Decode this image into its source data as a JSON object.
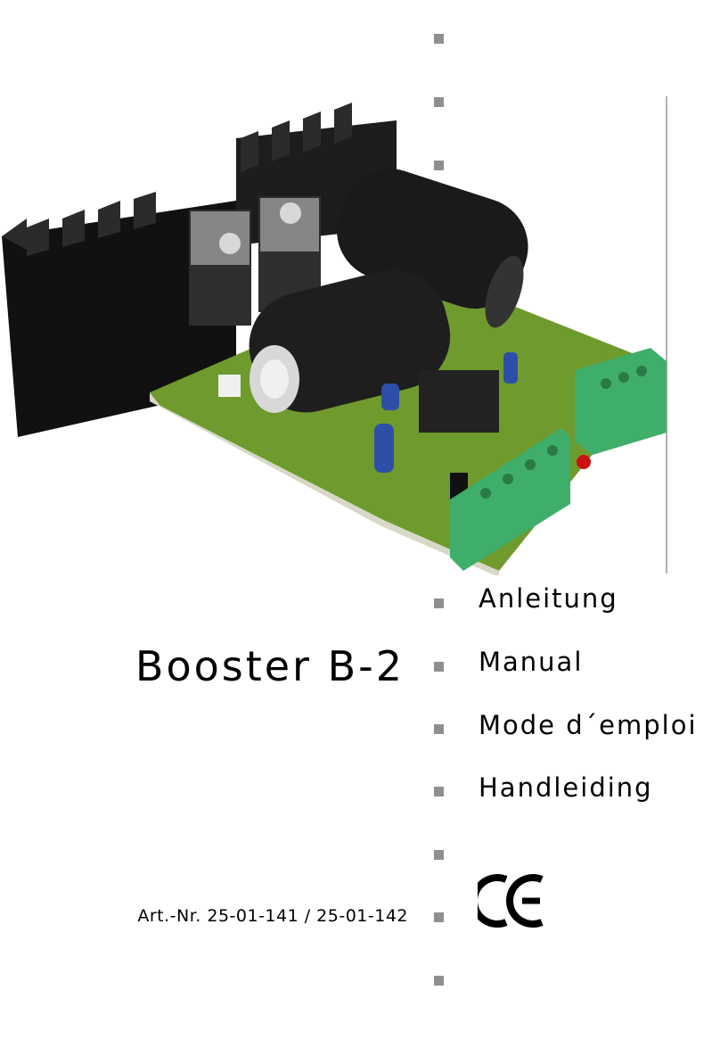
{
  "title": "Booster B-2",
  "menu": [
    {
      "label": "Anleitung"
    },
    {
      "label": "Manual"
    },
    {
      "label": "Mode d´emploi"
    },
    {
      "label": "Handleiding"
    }
  ],
  "article_number": "Art.-Nr. 25-01-141 / 25-01-142",
  "mark": "CE",
  "colors": {
    "bullet": "#8f8f8f",
    "heatsink": "#151515",
    "pcb": "#6f9a2e",
    "terminal": "#3fae6a"
  }
}
